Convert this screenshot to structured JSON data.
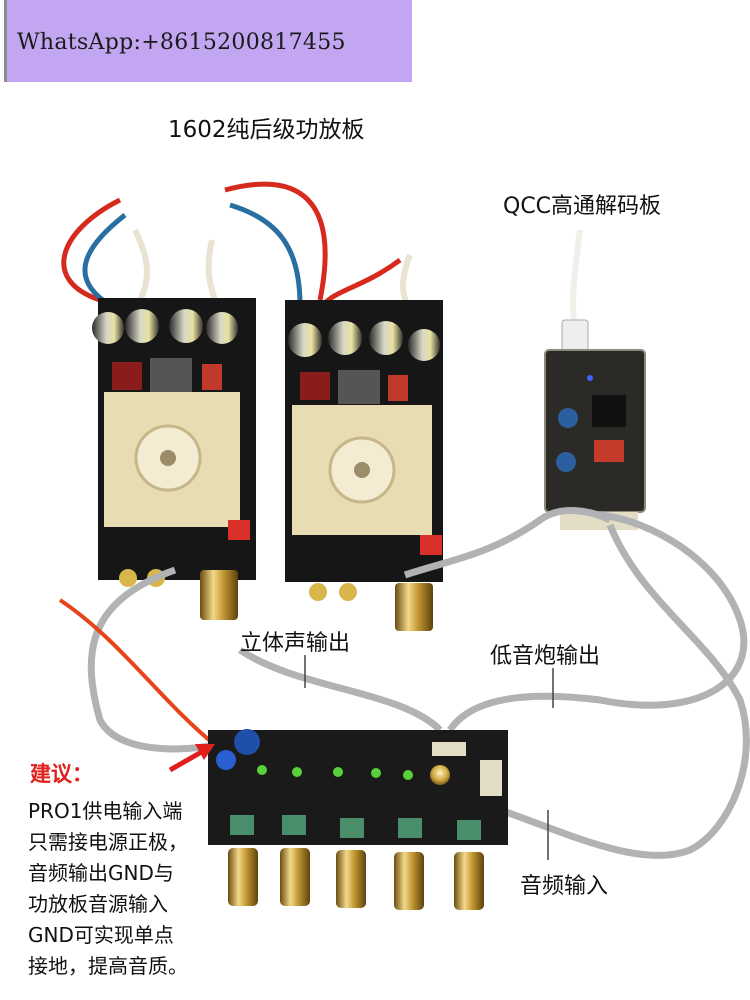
{
  "banner": {
    "whatsapp": "WhatsApp:+8615200817455"
  },
  "labels": {
    "amp_board_title": "1602纯后级功放板",
    "qcc_board": "QCC高通解码板",
    "stereo_output": "立体声输出",
    "subwoofer_output": "低音炮输出",
    "audio_input": "音频输入"
  },
  "advice": {
    "title": "建议：",
    "lines": [
      "PRO1供电输入端",
      "只需接电源正极，",
      "音频输出GND与",
      "功放板音源输入",
      "GND可实现单点",
      "接地，提高音质。"
    ]
  },
  "colors": {
    "banner_bg": "#c3a6f2",
    "advice_title": "#e0201c",
    "arrow": "#e0201c",
    "pcb_black": "#161616",
    "heatsink": "#e8dcb2",
    "speaker_cable_blue": "#3f7ea6",
    "signal_cable_grey": "#b0b2b4"
  },
  "icons": [
    "red-arrow-icon"
  ]
}
